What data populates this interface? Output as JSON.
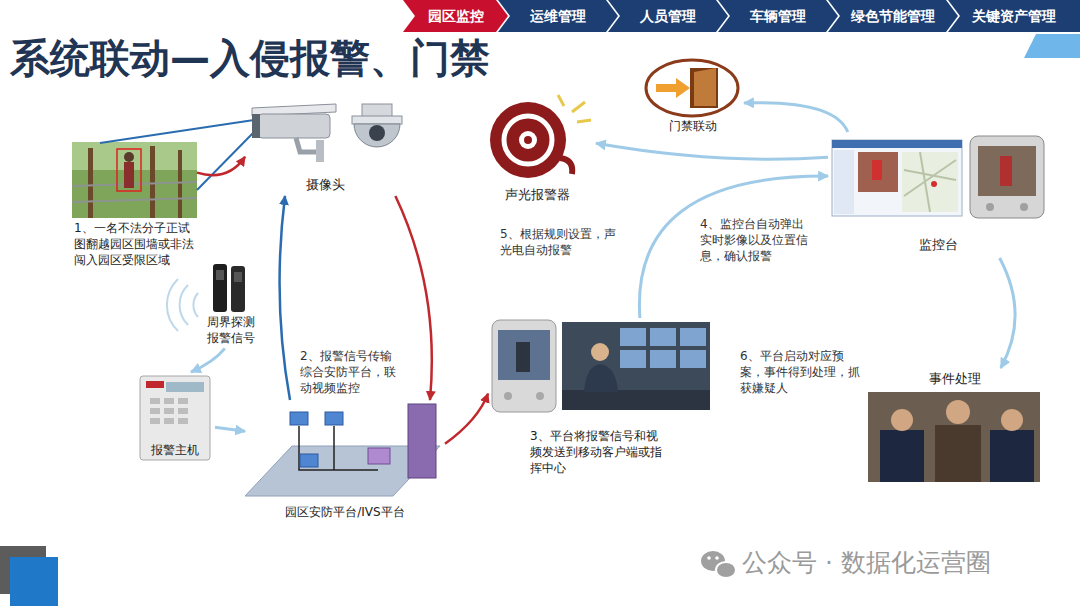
{
  "diagram": {
    "title": "系统联动—入侵报警、门禁",
    "nodes": [
      {
        "text": [
          "园区监控"
        ]
      },
      {
        "text": [
          "运维管理"
        ]
      },
      {
        "text": [
          "人员管理"
        ]
      },
      {
        "text": [
          "车辆管理"
        ]
      },
      {
        "text": [
          "绿色节能管理"
        ]
      },
      {
        "text": [
          "关键资产管理"
        ]
      },
      {
        "text": [
          "1、一名不法分子正试图翻越园区围墙或非法闯入园区受限区域"
        ]
      },
      {
        "text": [
          "摄像头"
        ]
      },
      {
        "text": [
          "声光报警器"
        ]
      },
      {
        "text": [
          "门禁联动"
        ]
      },
      {
        "text": [
          "监控台"
        ]
      },
      {
        "text": [
          "周界探测报警信号"
        ]
      },
      {
        "text": [
          "报警主机"
        ]
      },
      {
        "text": [
          "3、平台将报警信号和视频发送到移动客户端或指挥中心"
        ]
      },
      {
        "text": [
          "园区安防平台/IVS平台"
        ]
      },
      {
        "text": [
          "事件处理"
        ]
      }
    ],
    "edges": [
      {
        "from": 6,
        "to": 7,
        "arrow": "to"
      },
      {
        "from": 11,
        "to": 12,
        "arrow": "to"
      },
      {
        "from": 12,
        "to": 14,
        "arrow": "to"
      },
      {
        "from": 14,
        "to": 7,
        "arrow": "to"
      },
      {
        "from": 7,
        "to": 14,
        "arrow": "to"
      },
      {
        "from": 14,
        "to": 13,
        "arrow": "to"
      },
      {
        "from": 13,
        "to": 10,
        "arrow": "to"
      },
      {
        "from": 10,
        "to": 8,
        "arrow": "to"
      },
      {
        "from": 10,
        "to": 9,
        "arrow": "to"
      },
      {
        "from": 10,
        "to": 15,
        "arrow": "to"
      }
    ],
    "labels": [
      "2、报警信号传输综合安防平台，联动视频监控",
      "4、监控台自动弹出实时影像以及位置信息，确认报警",
      "5、根据规则设置，声光电自动报警",
      "6、平台启动对应预案，事件得到处理，抓获嫌疑人",
      "公众号 · 数据化运营圈"
    ]
  }
}
